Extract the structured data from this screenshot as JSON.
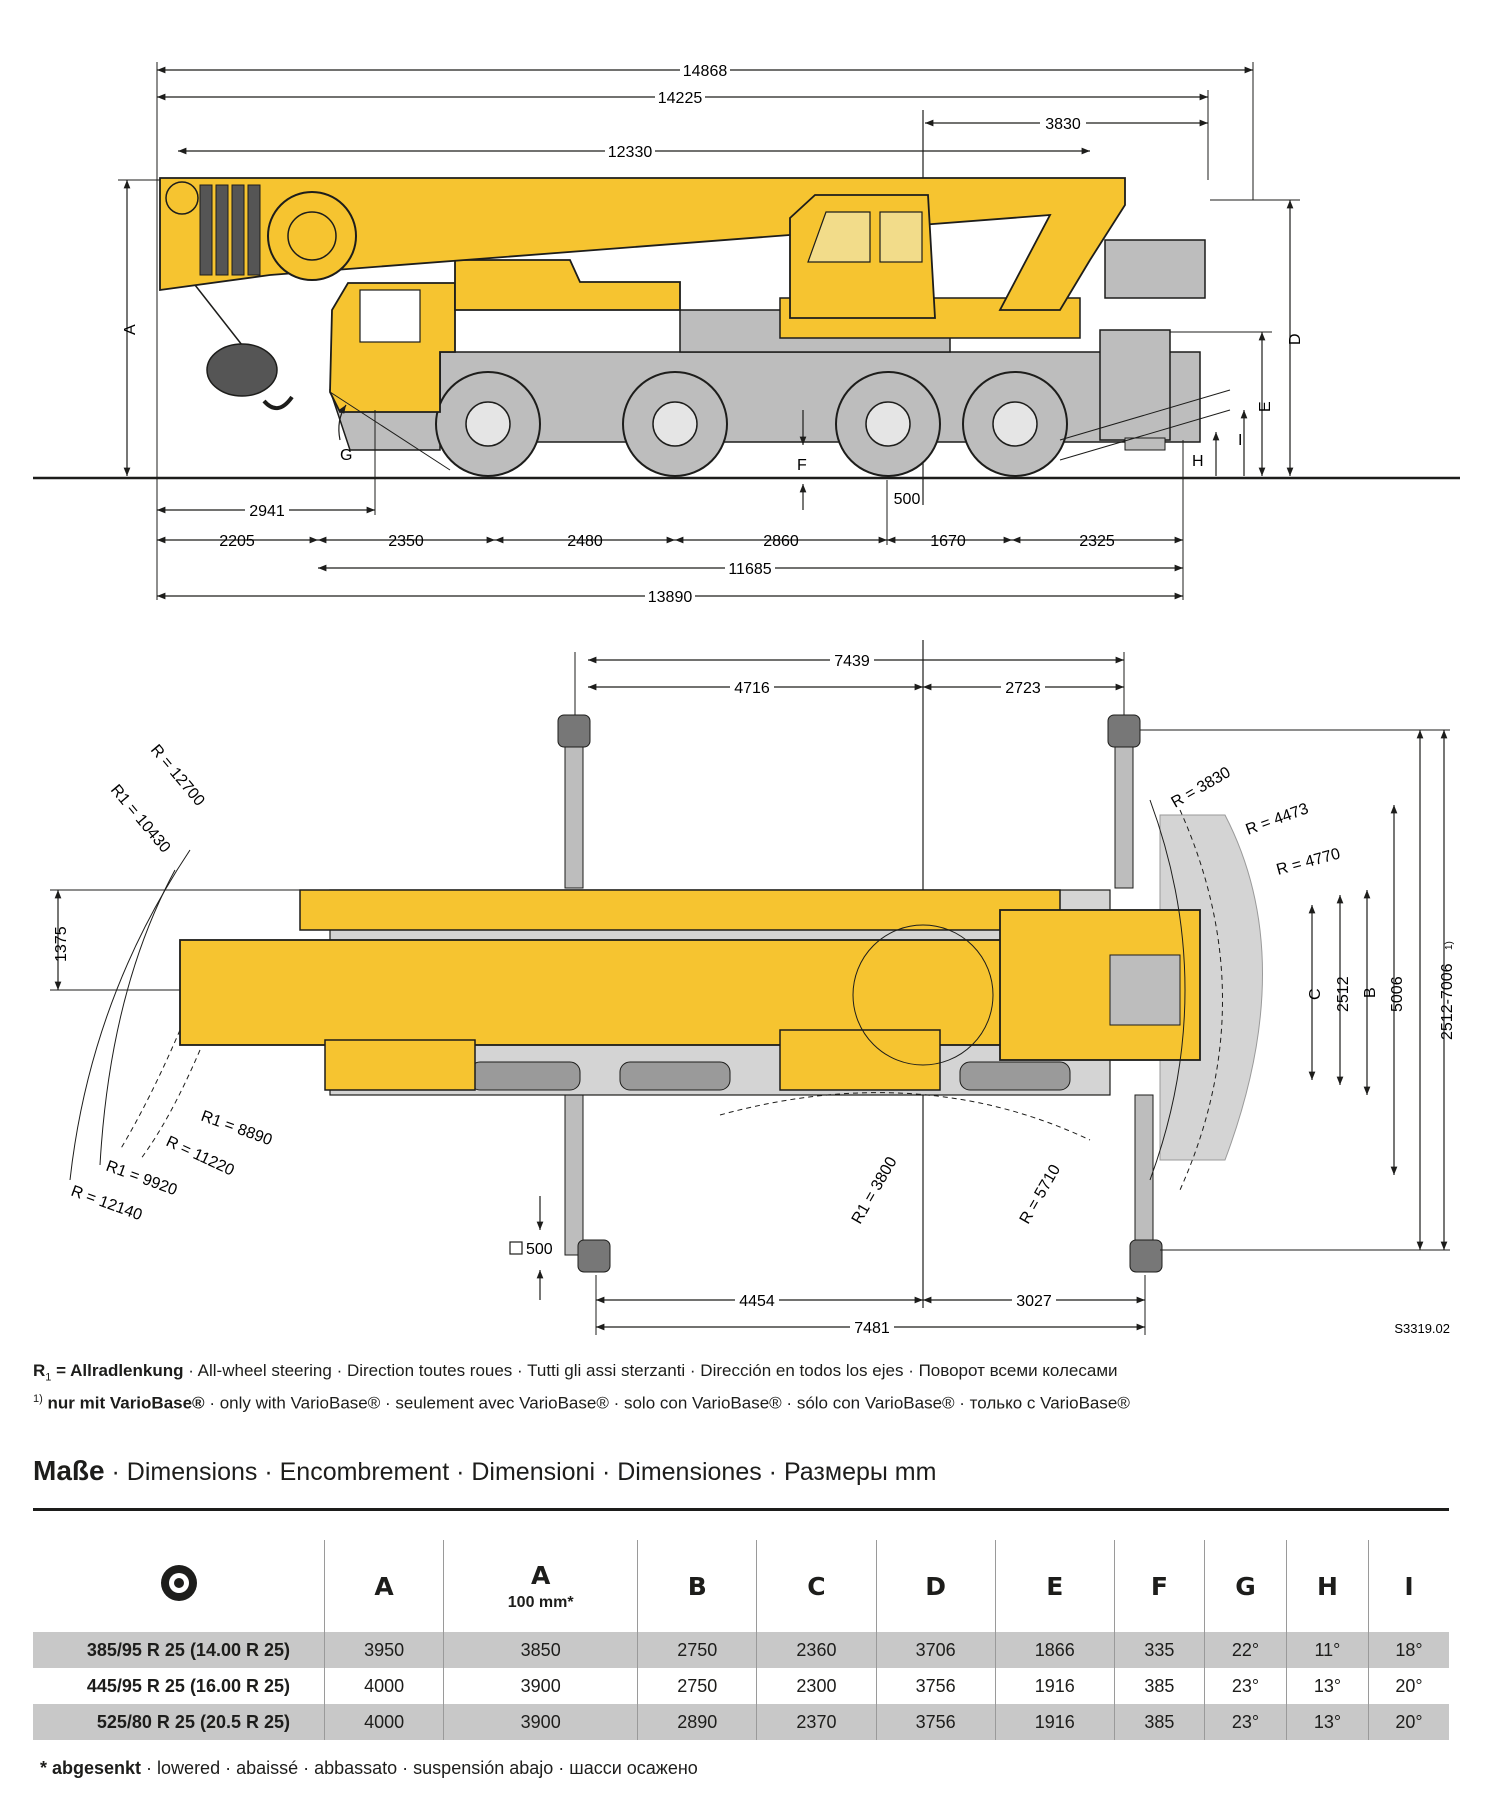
{
  "side_view": {
    "dims_top": [
      "14868",
      "14225",
      "3830",
      "12330"
    ],
    "dims_bottom": [
      "2941",
      "2205",
      "2350",
      "2480",
      "2860",
      "1670",
      "2325",
      "11685",
      "13890",
      "500"
    ],
    "letters": [
      "A",
      "G",
      "F",
      "H",
      "I",
      "E",
      "D"
    ]
  },
  "top_view": {
    "dims_top": [
      "7439",
      "4716",
      "2723"
    ],
    "dims_bottom": [
      "4454",
      "3027",
      "7481"
    ],
    "radii": [
      "R = 12700",
      "R1 = 10430",
      "R = 3830",
      "R = 4473",
      "R = 4770",
      "R1 = 8890",
      "R = 11220",
      "R1 = 9920",
      "R = 12140",
      "R1 = 3800",
      "R = 5710"
    ],
    "right_dims": [
      "C",
      "2512",
      "B",
      "5006",
      "2512-7006",
      "1)"
    ],
    "left_dim": "1375",
    "pad": "500",
    "drawing_no": "S3319.02"
  },
  "notes": {
    "line1_bold": "R",
    "line1_sub": "1",
    "line1_bold_rest": " = Allradlenkung",
    "line1_rest": " · All-wheel steering · Direction toutes roues · Tutti gli assi sterzanti · Dirección en todos los ejes · Поворот всеми колесами",
    "line2_sup": "1)",
    "line2_bold": " nur mit VarioBase®",
    "line2_rest": " · only with VarioBase® · seulement avec VarioBase® · solo con VarioBase® · sólo con VarioBase® · только с VarioBase®"
  },
  "table": {
    "title_main": "Maße",
    "title_rest": " · Dimensions · Encombrement · Dimensioni · Dimensiones · Размеры  mm",
    "headers": [
      "A",
      "A",
      "B",
      "C",
      "D",
      "E",
      "F",
      "G",
      "H",
      "I"
    ],
    "header_sub": "100 mm*",
    "rows": [
      {
        "tyre": "385/95 R 25 (14.00 R 25)",
        "values": [
          "3950",
          "3850",
          "2750",
          "2360",
          "3706",
          "1866",
          "335",
          "22°",
          "11°",
          "18°"
        ]
      },
      {
        "tyre": "445/95 R 25 (16.00 R 25)",
        "values": [
          "4000",
          "3900",
          "2750",
          "2300",
          "3756",
          "1916",
          "385",
          "23°",
          "13°",
          "20°"
        ]
      },
      {
        "tyre": "525/80 R 25 (20.5   R 25)",
        "values": [
          "4000",
          "3900",
          "2890",
          "2370",
          "3756",
          "1916",
          "385",
          "23°",
          "13°",
          "20°"
        ]
      }
    ],
    "footnote_bold": "* abgesenkt",
    "footnote_rest": " · lowered · abaissé · abbassato · suspensión abajo · шасси осажено"
  },
  "colors": {
    "crane_yellow": "#f6c430",
    "grey": "#bdbdbd",
    "dark": "#1d1d1b",
    "row_shade": "#c8c8c8"
  }
}
